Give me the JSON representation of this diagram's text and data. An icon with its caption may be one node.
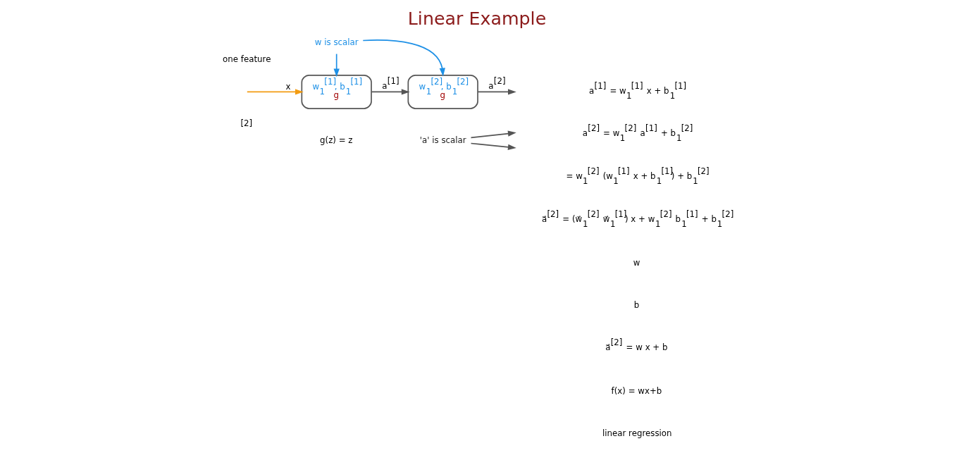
{
  "diagram": {
    "title": "Linear Example",
    "nodes": [
      {
        "text": [
          "w$_{1}$$^{[1]}$, b$_{1}$$^{[1]}$",
          "g"
        ]
      },
      {
        "text": [
          "w$_{1}$$^{[2]}$, b$_{1}$$^{[2]}$",
          "g"
        ]
      },
      {
        "text": [
          "w is scalar"
        ]
      },
      {
        "text": [
          "'a' is scalar"
        ]
      }
    ],
    "edges": [
      {
        "from": null,
        "to": 0,
        "arrow": "to",
        "label": "x",
        "color": "#f39c12"
      },
      {
        "from": 0,
        "to": 1,
        "arrow": "to",
        "label": "a$^{[1]}$"
      },
      {
        "from": 1,
        "to": null,
        "arrow": "to",
        "label": "a$^{[2]}$"
      },
      {
        "from": 2,
        "to": 0,
        "arrow": "to",
        "color": "#1e90e6"
      },
      {
        "from": 2,
        "to": 1,
        "arrow": "to",
        "color": "#1e90e6"
      },
      {
        "from": 3,
        "to": null,
        "arrow": "to"
      },
      {
        "from": 3,
        "to": null,
        "arrow": "to"
      }
    ],
    "labels": [
      "one feature",
      "[2]",
      "g(z) = z",
      "a$^{[1]}$ = w$_{1}$$^{[1]}$ x + b$_{1}$$^{[1]}$",
      "a$^{[2]}$ = w$_{1}$$^{[2]}$ a$^{[1]}$ + b$_{1}$$^{[2]}$",
      "= w$_{1}$$^{[2]}$ (w$_{1}$$^{[1]}$ x + b$_{1}$$^{[1]}$) + b$_{1}$$^{[2]}$",
      "a⃗$^{[2]}$ = (w⃗$_{1}$$^{[2]}$ w⃗$_{1}$$^{[1]}$) x + w$_{1}$$^{[2]}$ b$_{1}$$^{[1]}$ + b$_{1}$$^{[2]}$",
      "w",
      "b",
      "a⃗$^{[2]}$ = w x + b",
      "f(x) = wx+b",
      "linear regression"
    ]
  }
}
